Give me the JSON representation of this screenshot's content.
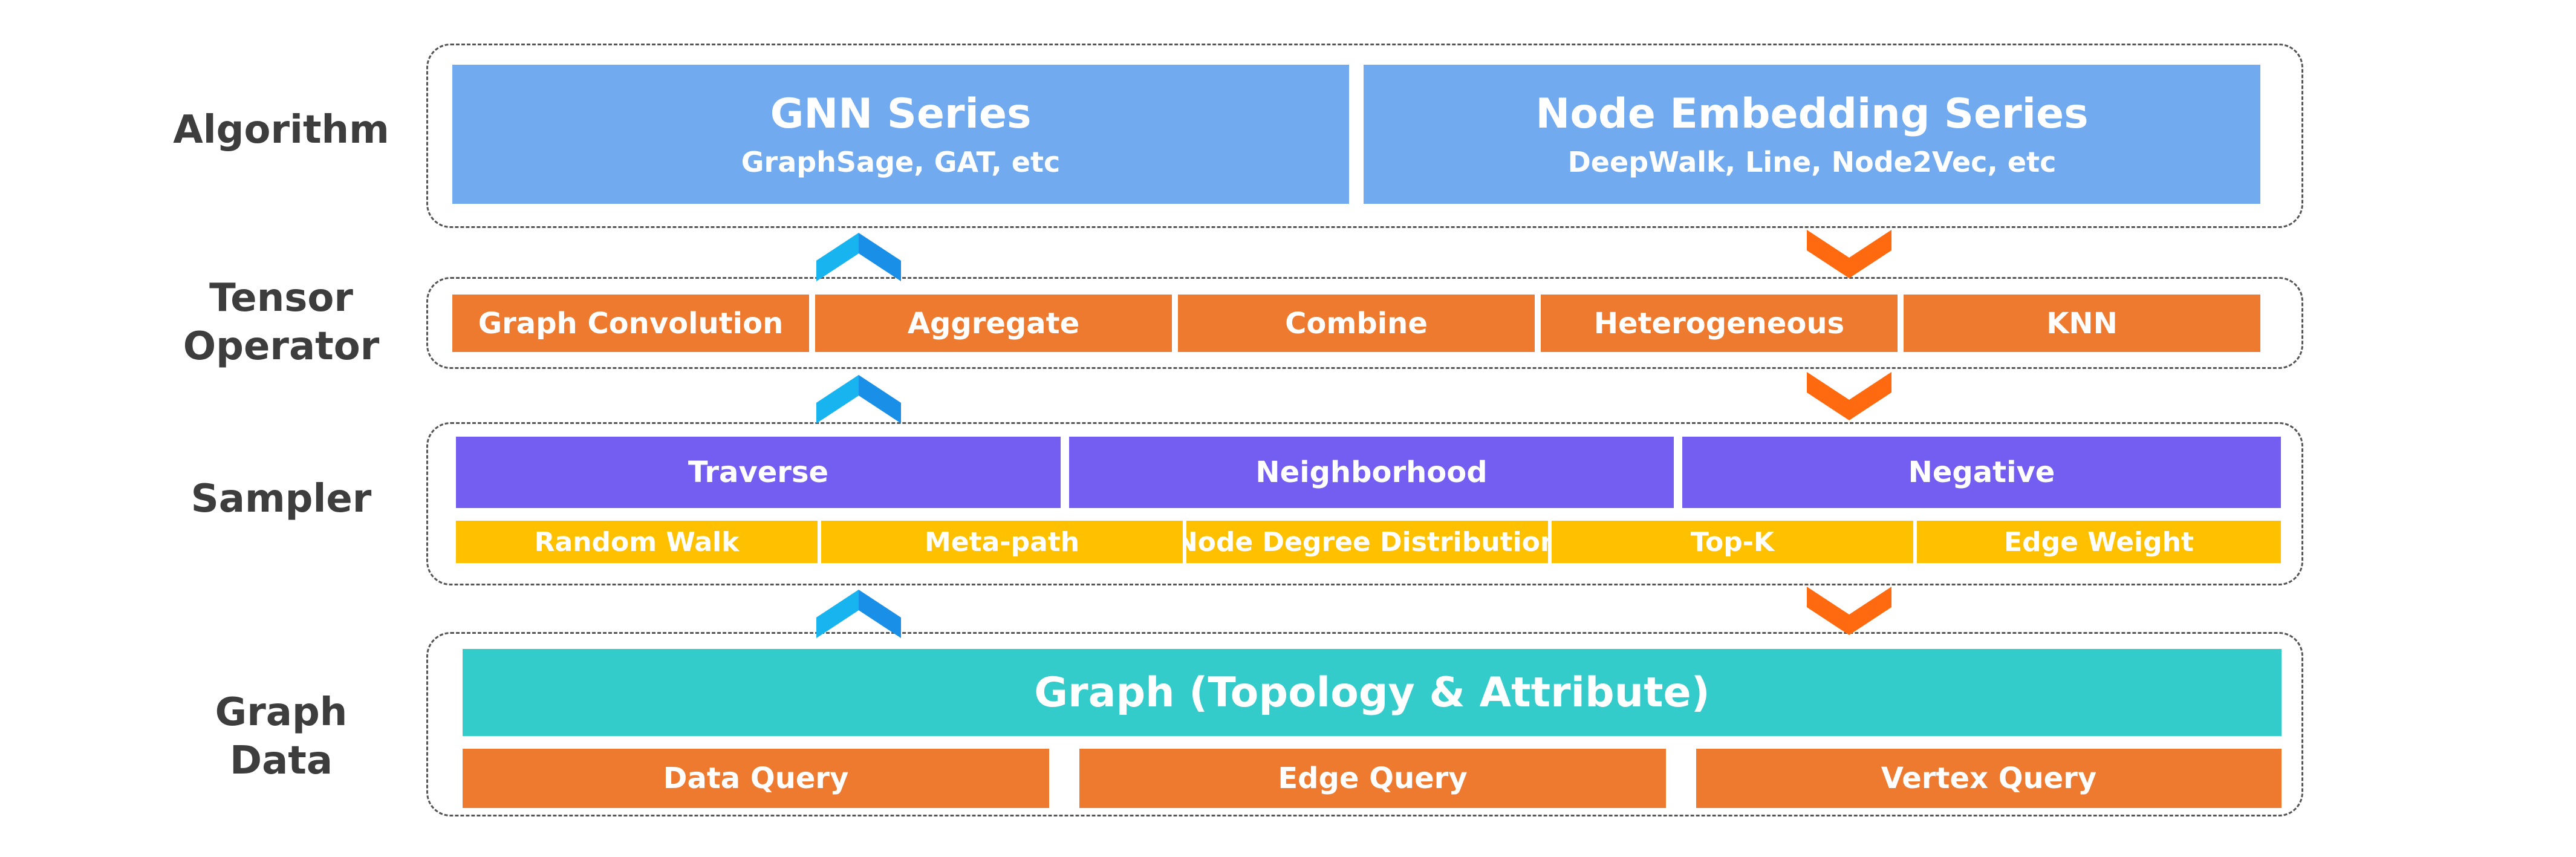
{
  "layers": {
    "algorithm": {
      "label": "Algorithm"
    },
    "tensor": {
      "label_line1": "Tensor",
      "label_line2": "Operator"
    },
    "sampler": {
      "label": "Sampler"
    },
    "graph": {
      "label_line1": "Graph",
      "label_line2": "Data"
    }
  },
  "algorithm": {
    "gnn": {
      "title": "GNN Series",
      "subtitle": "GraphSage, GAT, etc"
    },
    "embedding": {
      "title": "Node Embedding Series",
      "subtitle": "DeepWalk, Line, Node2Vec, etc"
    }
  },
  "tensor_ops": [
    "Graph Convolution",
    "Aggregate",
    "Combine",
    "Heterogeneous",
    "KNN"
  ],
  "sampler": {
    "main": [
      "Traverse",
      "Neighborhood",
      "Negative"
    ],
    "sub": [
      "Random Walk",
      "Meta-path",
      "Node Degree Distribution",
      "Top-K",
      "Edge Weight"
    ]
  },
  "graph_data": {
    "title": "Graph (Topology & Attribute)",
    "queries": [
      "Data Query",
      "Edge Query",
      "Vertex Query"
    ]
  },
  "colors": {
    "algorithm_blue": "#72aaf0",
    "operator_orange": "#ee7a30",
    "sampler_purple": "#745ef1",
    "sampler_yellow": "#ffc000",
    "graph_teal": "#34cbcb",
    "up_arrow_blue": "#1a8fe8",
    "down_arrow_orange": "#ff6a10"
  },
  "icons": {
    "up_arrow": "chevron-up-icon",
    "down_arrow": "chevron-down-icon"
  }
}
